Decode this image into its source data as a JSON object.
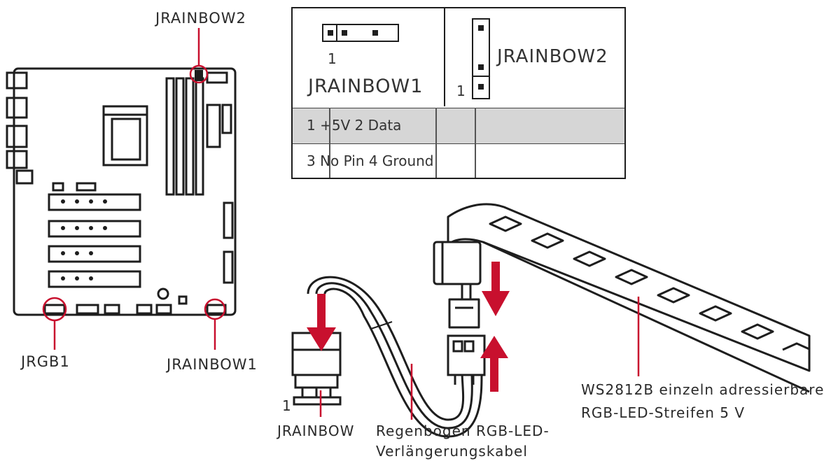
{
  "labels": {
    "mb_jrainbow2": "JRAINBOW2",
    "mb_jrgb1": "JRGB1",
    "mb_jrainbow1": "JRAINBOW1",
    "header_jrainbow": "JRAINBOW",
    "pin_one": "1"
  },
  "pinout": {
    "h1_name": "JRAINBOW1",
    "h1_pin": "1",
    "h2_name": "JRAINBOW2",
    "h2_pin": "1",
    "rows": [
      {
        "text": "1 +5V 2 Data",
        "shaded": true
      },
      {
        "text": "3 No Pin 4 Ground",
        "shaded": false
      }
    ]
  },
  "captions": {
    "cable_line1": "Regenbogen RGB-LED-",
    "cable_line2": "Verlängerungskabel",
    "strip_line1": "WS2812B einzeln adressierbare",
    "strip_line2": "RGB-LED-Streifen 5 V"
  },
  "colors": {
    "accent_red": "#c8102e",
    "outline": "#1e1e1e",
    "row_shade": "#d6d6d6"
  }
}
